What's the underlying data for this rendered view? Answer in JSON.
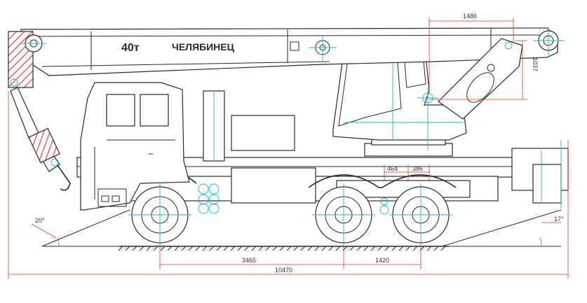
{
  "boom_label_capacity": "40т",
  "boom_label_brand": "ЧЕЛЯБИНЕЦ",
  "dimensions": {
    "cab_offset": "1486",
    "cab_height": "1037",
    "offset_a": "464",
    "offset_b": "386",
    "approach_angle": "20°",
    "departure_angle": "17°",
    "wheelbase_front": "3465",
    "wheelbase_rear": "1420",
    "overall_length": "10470"
  },
  "colors": {
    "line": "#2a2a2a",
    "centerline": "#19b6cf",
    "dimension": "#e0342c",
    "warning_stripe": "#e0342c"
  }
}
